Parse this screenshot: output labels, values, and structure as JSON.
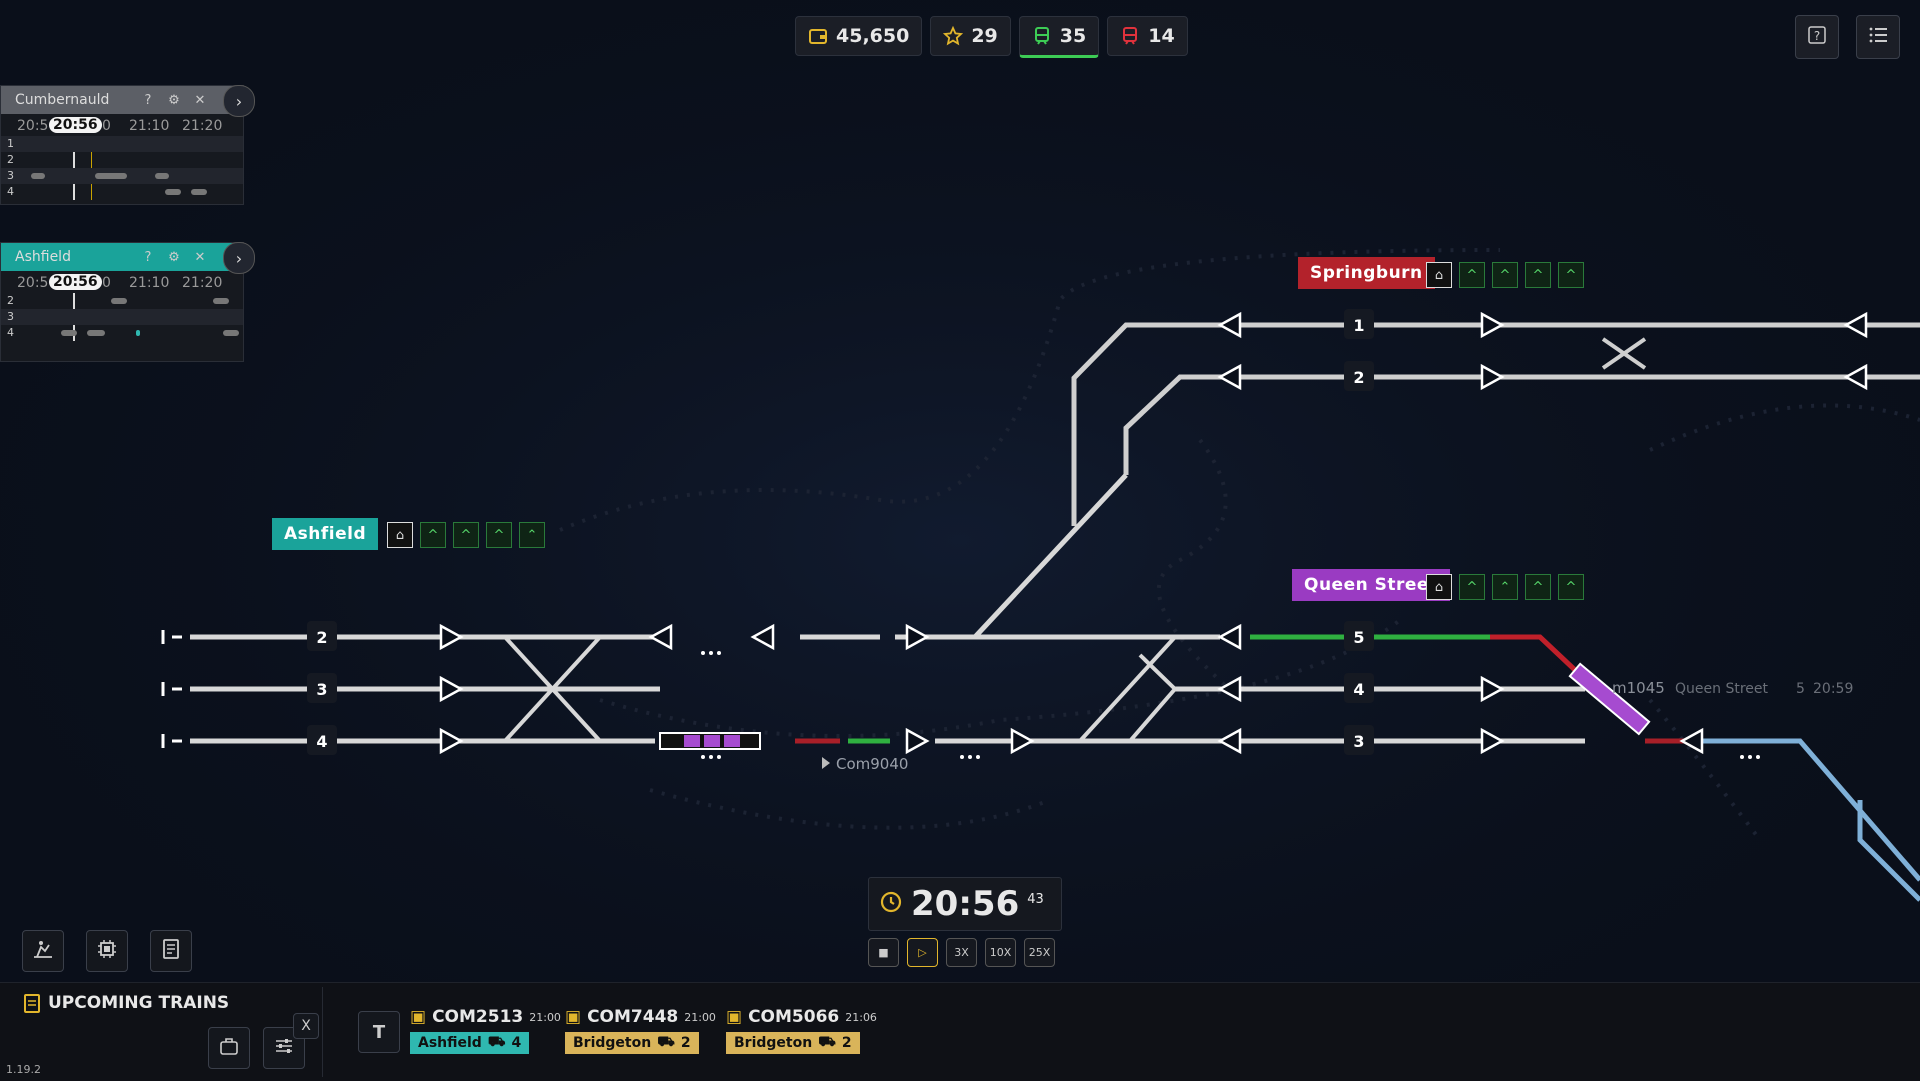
{
  "topbar": {
    "money": "45,650",
    "stars": "29",
    "trains_green": "35",
    "trains_red": "14"
  },
  "schedules": [
    {
      "station": "Cumbernauld",
      "times": [
        "20:5",
        "20:56",
        "0",
        "21:10",
        "21:20"
      ],
      "platforms": [
        "1",
        "2",
        "3",
        "4"
      ]
    },
    {
      "station": "Ashfield",
      "times": [
        "20:5",
        "20:56",
        "0",
        "21:10",
        "21:20"
      ],
      "platforms": [
        "2",
        "3",
        "4"
      ]
    }
  ],
  "stations": {
    "ashfield": "Ashfield",
    "springburn": "Springburn",
    "queen_street": "Queen Street"
  },
  "platform_numbers": {
    "ashfield": [
      "2",
      "3",
      "4"
    ],
    "springburn": [
      "1",
      "2"
    ],
    "queen_street": [
      "5",
      "4",
      "3"
    ]
  },
  "map_labels": {
    "train_com9040": "Com9040",
    "train_m1045": "m1045",
    "train_m1045_dest": "Queen Street",
    "train_m1045_platform": "5",
    "train_m1045_time": "20:59"
  },
  "clock": {
    "time": "20:56",
    "seconds": "43"
  },
  "speeds": [
    "3X",
    "10X",
    "25X"
  ],
  "upcoming": {
    "title": "UPCOMING TRAINS",
    "close": "X",
    "side_label": "T",
    "version": "1.19.2",
    "trains": [
      {
        "id": "COM2513",
        "time": "21:00",
        "dest": "Ashfield",
        "platform": "4",
        "color": "#2fb8b0"
      },
      {
        "id": "COM7448",
        "time": "21:00",
        "dest": "Bridgeton",
        "platform": "2",
        "color": "#d9b45a"
      },
      {
        "id": "COM5066",
        "time": "21:06",
        "dest": "Bridgeton",
        "platform": "2",
        "color": "#d9b45a"
      }
    ]
  },
  "colors": {
    "ashfield": "#1aa39a",
    "springburn": "#b3222b",
    "queen_street": "#9a3bc2",
    "accent_yellow": "#e2b62c",
    "green": "#3dcc55"
  }
}
